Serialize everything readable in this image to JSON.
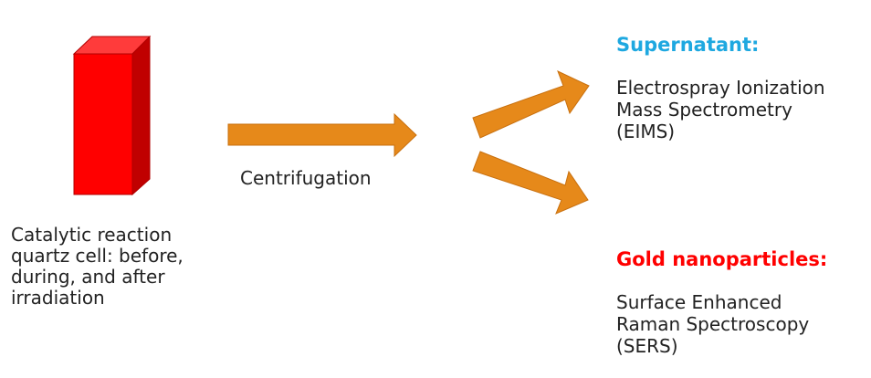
{
  "cell": {
    "caption": "Catalytic reaction\nquartz cell: before,\nduring, and after\nirradiation"
  },
  "process": {
    "label": "Centrifugation"
  },
  "outputs": [
    {
      "heading": "Supernatant:",
      "text": "Electrospray Ionization\nMass Spectrometry\n(EIMS)"
    },
    {
      "heading": "Gold nanoparticles:",
      "text": "Surface Enhanced\nRaman Spectroscopy\n(SERS)"
    }
  ],
  "colors": {
    "cell_front": "#ff0000",
    "cell_top": "#ff3b3b",
    "cell_side": "#c00000",
    "arrow": "#e6891a",
    "supernatant_heading": "#1ea8e0",
    "gold_heading": "#ff0000",
    "text": "#222222"
  }
}
